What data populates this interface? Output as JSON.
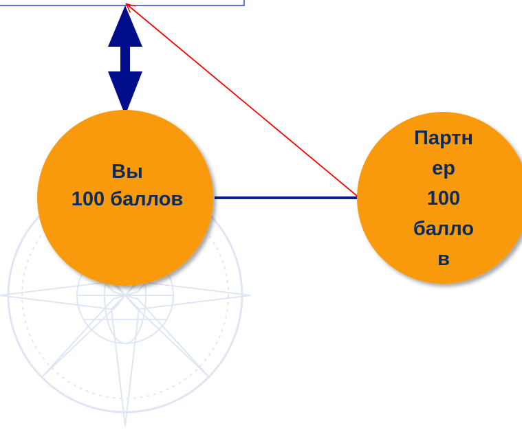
{
  "diagram": {
    "nodes": {
      "you": {
        "lines": [
          "Вы",
          "100 баллов"
        ]
      },
      "partner": {
        "lines": [
          "Партн",
          "ер",
          "100",
          "балло",
          "в"
        ]
      }
    },
    "edges": [
      {
        "from": "top-box",
        "to": "you",
        "type": "double-arrow",
        "color": "#0a1e8c"
      },
      {
        "from": "you",
        "to": "partner",
        "type": "line",
        "color": "#0a1e8c"
      },
      {
        "from": "partner",
        "to": "top-box",
        "type": "arrow",
        "color": "#ff0000"
      }
    ],
    "colors": {
      "node_fill": "#f99a08",
      "node_text": "#0b2b5a",
      "top_box_border": "#2a3fd6",
      "connector_blue": "#0a1e8c",
      "connector_red": "#ff0000",
      "watermark": "#c6d2ea"
    },
    "watermark_icon": "compass-rose-icon"
  }
}
